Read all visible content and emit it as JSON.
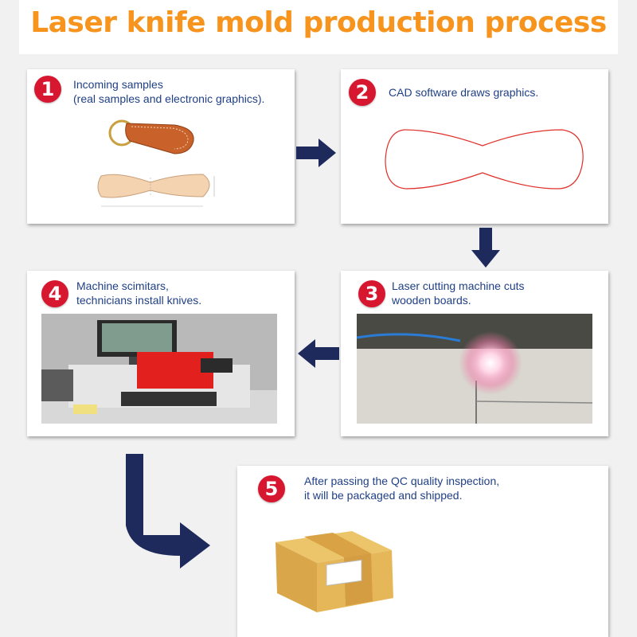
{
  "title": "Laser knife mold production process",
  "colors": {
    "title": "#f7941d",
    "badge": "#d7172f",
    "text": "#1f3f86",
    "arrow": "#1e2a5c",
    "cad_outline": "#e0302a"
  },
  "steps": [
    {
      "number": "1",
      "lines": [
        "Incoming samples",
        "(real samples and electronic graphics)."
      ]
    },
    {
      "number": "2",
      "lines": [
        "CAD software draws graphics."
      ]
    },
    {
      "number": "3",
      "lines": [
        "Laser cutting machine cuts",
        "wooden boards."
      ]
    },
    {
      "number": "4",
      "lines": [
        "Machine scimitars,",
        "technicians install knives."
      ]
    },
    {
      "number": "5",
      "lines": [
        "After passing the QC quality inspection,",
        "it will be packaged and shipped."
      ]
    }
  ],
  "flow": [
    {
      "from": "1",
      "to": "2",
      "direction": "right"
    },
    {
      "from": "2",
      "to": "3",
      "direction": "down"
    },
    {
      "from": "3",
      "to": "4",
      "direction": "left"
    },
    {
      "from": "4",
      "to": "5",
      "direction": "down-right"
    }
  ]
}
